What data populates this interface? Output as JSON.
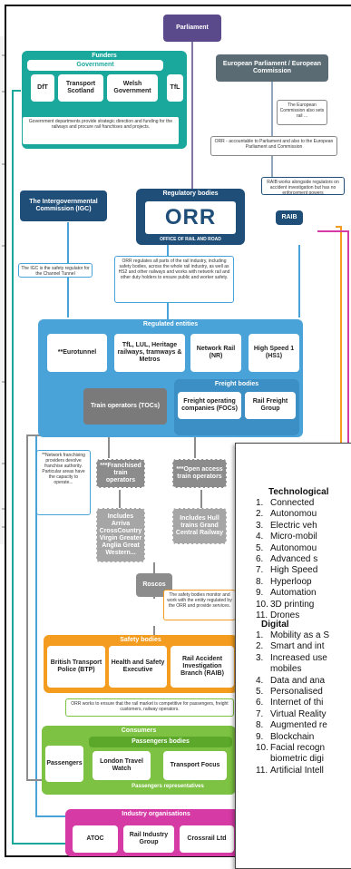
{
  "parliament": "Parliament",
  "funders": {
    "title": "Funders",
    "government": "Government",
    "dft": "DfT",
    "transport_scotland": "Transport Scotland",
    "welsh_government": "Welsh Government",
    "tfl": "TfL",
    "note": "Government departments provide strategic direction and funding for the railways and procure rail franchises and projects."
  },
  "eu": {
    "title": "European Parliament / European Commission",
    "note1": "The European Commission also sets rail ...",
    "note2": "ORR - accountable to Parliament and also to the European Parliament and Commission"
  },
  "igc": "The Intergovernmental Commission (IGC)",
  "regulatory": {
    "title": "Regulatory bodies",
    "orr": "ORR",
    "orr_sub": "OFFICE OF RAIL AND ROAD",
    "raib": "RAIB",
    "note_side": "RAIB works alongside regulators on accident investigation but has no enforcement powers",
    "note_igc": "The IGC is the safety regulator for the Channel Tunnel",
    "note_main": "ORR regulates all parts of the rail industry, including safety bodies, across the whole rail industry, as well as HS2 and other railways and works with network rail and other duty holders to ensure public and worker safety."
  },
  "regulated": {
    "title": "Regulated entities",
    "eurotunnel": "**Eurotunnel",
    "heritage": "TfL, LUL, Heritage railways, tramways & Metros",
    "network_rail": "Network Rail (NR)",
    "hs1": "High Speed 1 (HS1)",
    "freight_title": "Freight bodies",
    "train_operators": "Train operators (TOCs)",
    "freight_ops": "Freight operating companies (FOCs)",
    "rail_freight_group": "Rail Freight Group"
  },
  "franchised_note": "**Network franchising providers devolve franchise authority. Particular areas have the capacity to operate...",
  "franchised": "***Franchised train operators",
  "open_access": "***Open access train operators",
  "franchised_list": "Includes Arriva CrossCountry Virgin Greater Anglia Great Western...",
  "open_list": "Includes Hull trains Grand Central Railway",
  "rosco": "Roscos",
  "freight_note": "The safety bodies monitor and work with the entity regulated by the ORR and provide services.",
  "safety": {
    "title": "Safety bodies",
    "btp": "British Transport Police (BTP)",
    "hse": "Health and Safety Executive",
    "raib": "Rail Accident Investigation Branch (RAIB)",
    "note": "ORR works to ensure that the rail market is competitive for passengers, freight customers, railway operators."
  },
  "consumers": {
    "title": "Consumers",
    "passenger_bodies": "Passengers bodies",
    "passengers": "Passengers",
    "london_travelwatch": "London Travel Watch",
    "transport_focus": "Transport Focus",
    "footer": "Passengers representatives"
  },
  "industry": {
    "title": "Industry organisations",
    "atoc": "ATOC",
    "rdg": "Rail Industry Group",
    "crossrail": "Crossrail Ltd"
  },
  "list_card": {
    "technological_title": "Technological",
    "technological": [
      "Connected",
      "Autonomou",
      "Electric veh",
      "Micro-mobil",
      "Autonomou",
      "Advanced s",
      "High Speed",
      "Hyperloop",
      "Automation",
      "3D printing",
      "Drones"
    ],
    "digital_title": "Digital",
    "digital": [
      "Mobility as a S",
      "Smart and int",
      "Increased use",
      "mobiles",
      "Data and ana",
      "Personalised",
      "Internet of thi",
      "Virtual Reality",
      "Augmented re",
      "Blockchain",
      "Facial recogn",
      "biometric digi",
      "Artificial Intell"
    ]
  },
  "colors": {
    "purple": "#5b4a8b",
    "teal": "#1aa89c",
    "navy": "#1f4e79",
    "blue": "#4aa3d8",
    "orange": "#f39c1f",
    "green": "#7dc242",
    "magenta": "#d63aa5",
    "grey": "#8c8c8c"
  }
}
